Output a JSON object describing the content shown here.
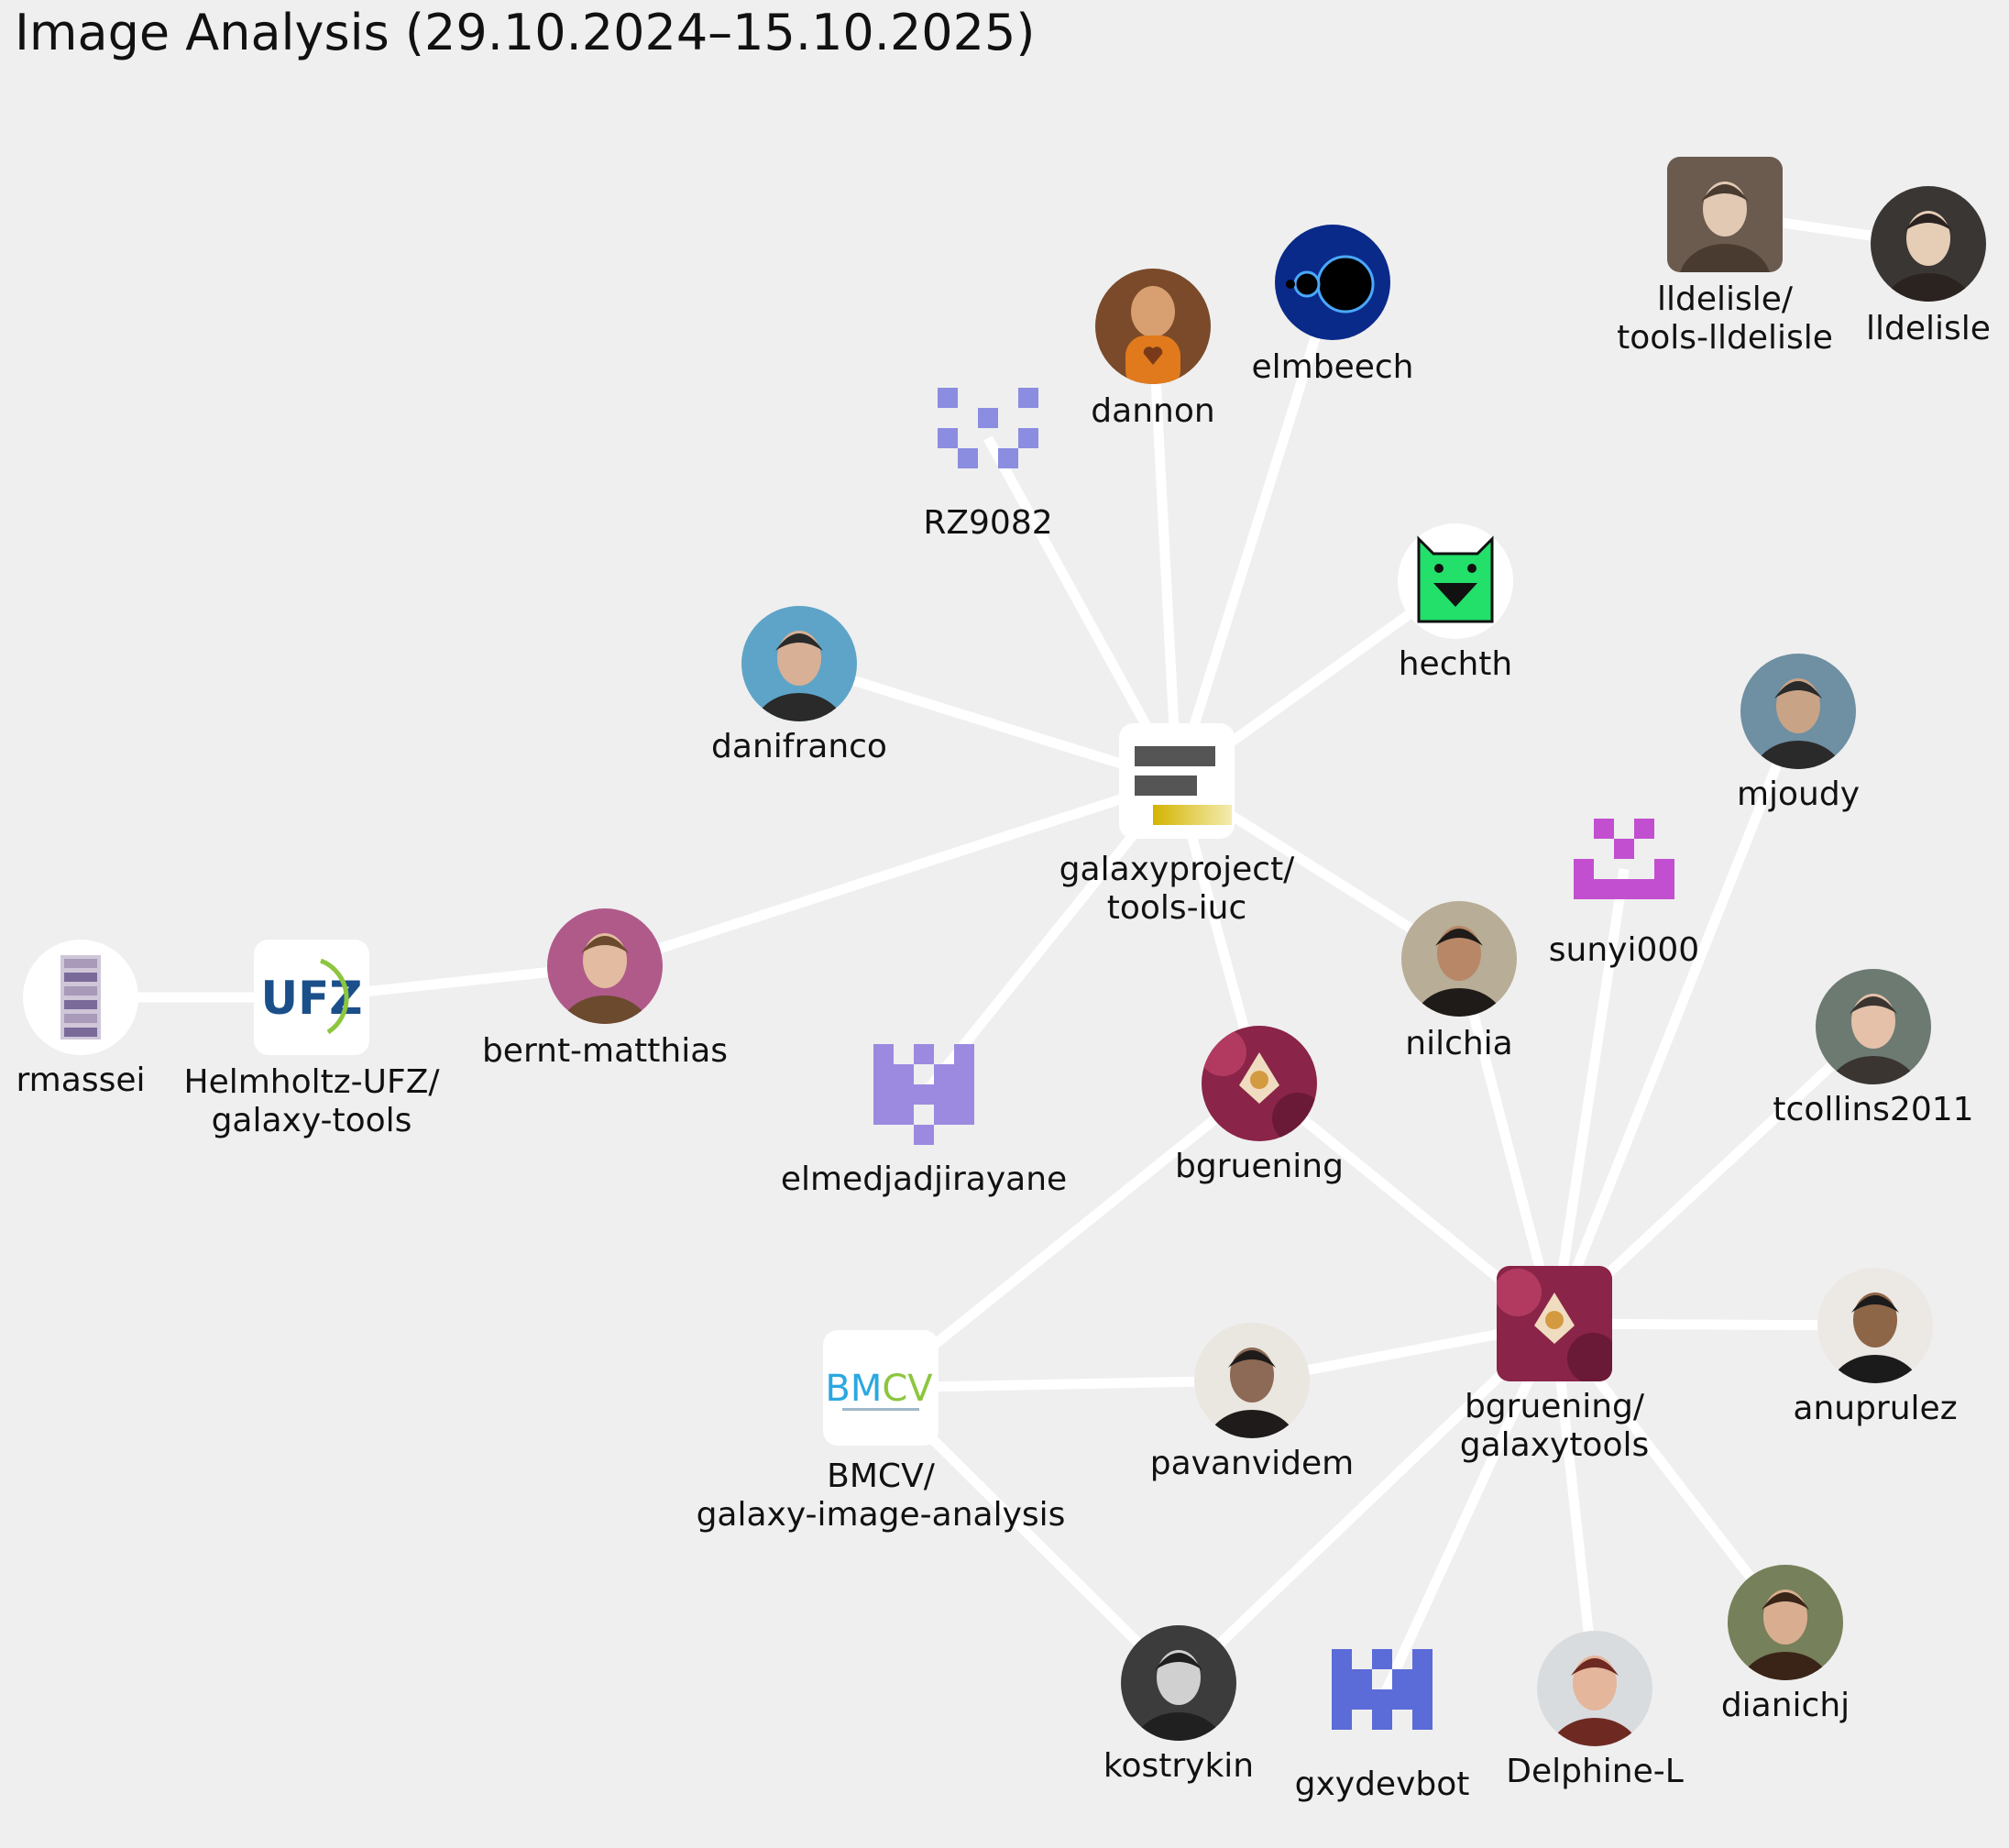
{
  "title": "Image Analysis (29.10.2024–15.10.2025)",
  "nodes": [
    {
      "id": "iuc",
      "lines": [
        "galaxyproject/",
        "tools-iuc"
      ],
      "kind": "repo",
      "icon": "galaxy-logo-icon"
    },
    {
      "id": "bgt",
      "lines": [
        "bgruening/",
        "galaxytools"
      ],
      "kind": "repo",
      "icon": "orchid-photo-icon"
    },
    {
      "id": "bmcv",
      "lines": [
        "BMCV/",
        "galaxy-image-analysis"
      ],
      "kind": "repo",
      "icon": "bmcv-logo-icon"
    },
    {
      "id": "ufz",
      "lines": [
        "Helmholtz-UFZ/",
        "galaxy-tools"
      ],
      "kind": "repo",
      "icon": "ufz-logo-icon"
    },
    {
      "id": "lldrepo",
      "lines": [
        "lldelisle/",
        "tools-lldelisle"
      ],
      "kind": "repo",
      "icon": "user-photo-icon"
    },
    {
      "id": "lldelisle",
      "lines": [
        "lldelisle"
      ],
      "kind": "user",
      "icon": "user-photo-icon"
    },
    {
      "id": "dannon",
      "lines": [
        "dannon"
      ],
      "kind": "user",
      "icon": "figurine-photo-icon"
    },
    {
      "id": "elmbeech",
      "lines": [
        "elmbeech"
      ],
      "kind": "user",
      "icon": "mandelbrot-icon"
    },
    {
      "id": "rz9082",
      "lines": [
        "RZ9082"
      ],
      "kind": "user",
      "icon": "identicon-icon"
    },
    {
      "id": "hechth",
      "lines": [
        "hechth"
      ],
      "kind": "user",
      "icon": "cat-avatar-icon"
    },
    {
      "id": "danifranco",
      "lines": [
        "danifranco"
      ],
      "kind": "user",
      "icon": "user-photo-icon"
    },
    {
      "id": "mjoudy",
      "lines": [
        "mjoudy"
      ],
      "kind": "user",
      "icon": "user-photo-icon"
    },
    {
      "id": "sunyi000",
      "lines": [
        "sunyi000"
      ],
      "kind": "user",
      "icon": "identicon-icon"
    },
    {
      "id": "nilchia",
      "lines": [
        "nilchia"
      ],
      "kind": "user",
      "icon": "user-photo-icon"
    },
    {
      "id": "bernt",
      "lines": [
        "bernt-matthias"
      ],
      "kind": "user",
      "icon": "user-photo-icon"
    },
    {
      "id": "rmassei",
      "lines": [
        "rmassei"
      ],
      "kind": "user",
      "icon": "collage-icon"
    },
    {
      "id": "elmed",
      "lines": [
        "elmedjadjirayane"
      ],
      "kind": "user",
      "icon": "identicon-icon"
    },
    {
      "id": "bgruening",
      "lines": [
        "bgruening"
      ],
      "kind": "user",
      "icon": "orchid-photo-icon"
    },
    {
      "id": "tcollins",
      "lines": [
        "tcollins2011"
      ],
      "kind": "user",
      "icon": "user-photo-icon"
    },
    {
      "id": "anuprulez",
      "lines": [
        "anuprulez"
      ],
      "kind": "user",
      "icon": "user-photo-icon"
    },
    {
      "id": "pavanvidem",
      "lines": [
        "pavanvidem"
      ],
      "kind": "user",
      "icon": "user-photo-icon"
    },
    {
      "id": "kostrykin",
      "lines": [
        "kostrykin"
      ],
      "kind": "user",
      "icon": "user-photo-icon"
    },
    {
      "id": "gxydevbot",
      "lines": [
        "gxydevbot"
      ],
      "kind": "user",
      "icon": "identicon-icon"
    },
    {
      "id": "delphine",
      "lines": [
        "Delphine-L"
      ],
      "kind": "user",
      "icon": "user-photo-icon"
    },
    {
      "id": "dianichj",
      "lines": [
        "dianichj"
      ],
      "kind": "user",
      "icon": "user-photo-icon"
    }
  ],
  "edges": [
    [
      "iuc",
      "dannon"
    ],
    [
      "iuc",
      "elmbeech"
    ],
    [
      "iuc",
      "rz9082"
    ],
    [
      "iuc",
      "hechth"
    ],
    [
      "iuc",
      "danifranco"
    ],
    [
      "iuc",
      "bernt"
    ],
    [
      "iuc",
      "elmed"
    ],
    [
      "iuc",
      "bgruening"
    ],
    [
      "iuc",
      "nilchia"
    ],
    [
      "lldrepo",
      "lldelisle"
    ],
    [
      "ufz",
      "rmassei"
    ],
    [
      "ufz",
      "bernt"
    ],
    [
      "bgt",
      "bgruening"
    ],
    [
      "bgt",
      "nilchia"
    ],
    [
      "bgt",
      "sunyi000"
    ],
    [
      "bgt",
      "mjoudy"
    ],
    [
      "bgt",
      "tcollins"
    ],
    [
      "bgt",
      "anuprulez"
    ],
    [
      "bgt",
      "pavanvidem"
    ],
    [
      "bgt",
      "kostrykin"
    ],
    [
      "bgt",
      "gxydevbot"
    ],
    [
      "bgt",
      "delphine"
    ],
    [
      "bgt",
      "dianichj"
    ],
    [
      "bmcv",
      "bgruening"
    ],
    [
      "bmcv",
      "pavanvidem"
    ],
    [
      "bmcv",
      "kostrykin"
    ]
  ]
}
